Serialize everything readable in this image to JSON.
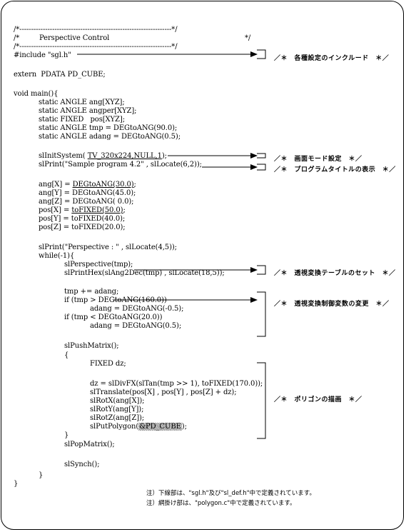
{
  "code": {
    "l1": "/*-----------------------------------------------------------------*/",
    "l2a": "/*",
    "l2b": "Perspective Control",
    "l2c": "*/",
    "l3": "/*-----------------------------------------------------------------*/",
    "l4": "#include \"sgl.h\"",
    "l5": "extern  PDATA PD_CUBE;",
    "l6": "void main(){",
    "l7": "static ANGLE ang[XYZ];",
    "l8": "static ANGLE angper[XYZ];",
    "l9": "static FIXED   pos[XYZ];",
    "l10": "static ANGLE tmp = DEGtoANG(90.0);",
    "l11": "static ANGLE adang = DEGtoANG(0.5);",
    "l12a": "slInitSystem(",
    "l12b": "TV_320x224,NULL,1",
    "l12c": ");",
    "l13": "slPrint(\"Sample program 4.2\" , slLocate(6,2));",
    "l14a": "ang[X] = ",
    "l14b": "DEGtoANG(30.0)",
    "l14c": ";",
    "l15": "ang[Y] = DEGtoANG(45.0);",
    "l16": "ang[Z] = DEGtoANG( 0.0);",
    "l17a": "pos[X] = ",
    "l17b": "toFIXED(50.0)",
    "l17c": ";",
    "l18": "pos[Y] = toFIXED(40.0);",
    "l19": "pos[Z] = toFIXED(20.0);",
    "l20": "slPrint(\"Perspective : \" , slLocate(4,5));",
    "l21": "while(-1){",
    "l22": "slPerspective(tmp);",
    "l23": "slPrintHex(slAng2Dec(tmp) , slLocate(18,5));",
    "l24": "tmp += adang;",
    "l25": "if (tmp > DEGtoANG(160.0))",
    "l26": "adang = DEGtoANG(-0.5);",
    "l27": "if (tmp < DEGtoANG(20.0))",
    "l28": "adang = DEGtoANG(0.5);",
    "l29": "slPushMatrix();",
    "l30": "{",
    "l31": "FIXED dz;",
    "l32": "dz = slDivFX(slTan(tmp >> 1), toFIXED(170.0));",
    "l33": "slTranslate(pos[X] , pos[Y] , pos[Z] + dz);",
    "l34": "slRotX(ang[X]);",
    "l35": "slRotY(ang[Y]);",
    "l36": "slRotZ(ang[Z]);",
    "l37a": "slPutPolygon(",
    "l37b": "&PD_CUBE",
    "l37c": ");",
    "l38": "}",
    "l39": "slPopMatrix();",
    "l40": "slSynch();",
    "l41": "}",
    "l42": "}"
  },
  "notes": {
    "include": "／＊　各種設定のインクルード　＊／",
    "screen": "／＊　画面モード設定　＊／",
    "title": "／＊　プログラムタイトルの表示　＊／",
    "perspective": "／＊　透視変換テーブルのセット　＊／",
    "control": "／＊　透視変換制御変数の変更　＊／",
    "polygon": "／＊　ポリゴンの描画　＊／"
  },
  "footnotes": {
    "f1": "注）下線部は、\"sgl.h\"及び\"sl_def.h\"中で定義されています。",
    "f2": "注）網掛け部は、\"polygon.c\"中で定義されています。"
  }
}
